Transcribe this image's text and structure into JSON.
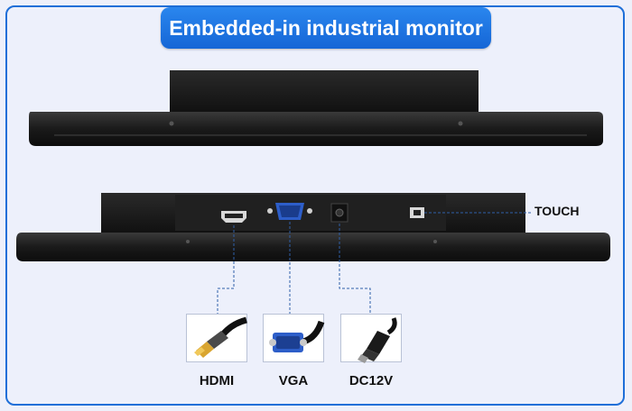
{
  "title": "Embedded-in industrial monitor",
  "ports": [
    {
      "label": "HDMI"
    },
    {
      "label": "VGA"
    },
    {
      "label": "DC12V"
    }
  ],
  "touch_label": "TOUCH",
  "colors": {
    "accent": "#1f6fd8",
    "background": "#edf0fb",
    "monitor_body": "#1c1c1c",
    "leader_line": "#2f5fa8"
  },
  "icons": [
    "hdmi-connector-icon",
    "vga-connector-icon",
    "dc-barrel-plug-icon",
    "usb-b-port-icon"
  ]
}
